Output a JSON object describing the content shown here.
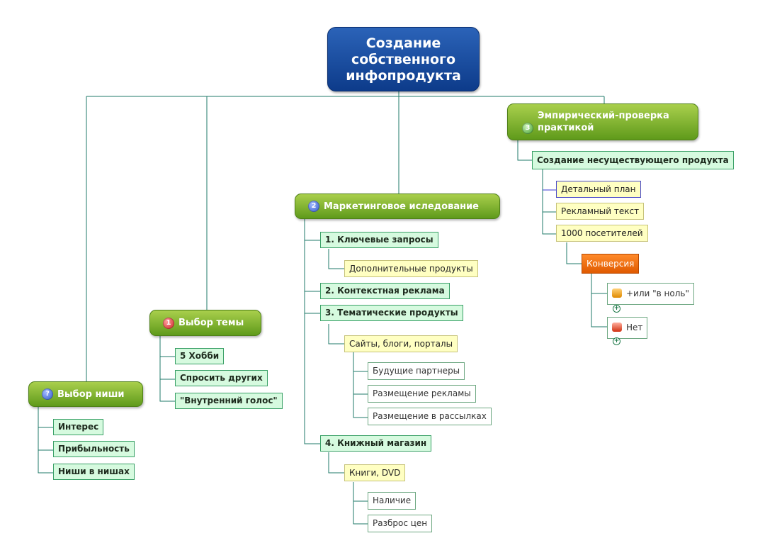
{
  "central": {
    "lines": [
      "Создание",
      "собственного",
      "инфопродукта"
    ]
  },
  "branches": {
    "niche": {
      "icon": "question-icon",
      "icon_glyph": "?",
      "label": "Выбор ниши",
      "children": [
        "Интерес",
        "Прибыльность",
        "Ниши в нишах"
      ]
    },
    "topic": {
      "icon": "priority-1-icon",
      "icon_glyph": "1",
      "label": "Выбор темы",
      "children": [
        "5 Хобби",
        "Спросить других",
        "\"Внутренний голос\""
      ]
    },
    "marketing": {
      "icon": "priority-2-icon",
      "icon_glyph": "2",
      "label": "Маркетинговое иследование",
      "items": [
        {
          "label": "1. Ключевые запросы",
          "sub": "Дополнительные продукты"
        },
        {
          "label": "2. Контекстная реклама"
        },
        {
          "label": "3. Тематические продукты",
          "sub": "Сайты, блоги, порталы",
          "leaves": [
            "Будущие партнеры",
            "Размещение рекламы",
            "Размещение в рассылках"
          ]
        },
        {
          "label": "4. Книжный магазин",
          "sub": "Книги, DVD",
          "leaves": [
            "Наличие",
            "Разброс цен"
          ]
        }
      ]
    },
    "empirical": {
      "icon": "priority-3-icon",
      "icon_glyph": "3",
      "label_lines": [
        "Эмпирический-проверка",
        "практикой"
      ],
      "child": "Создание несуществующего продукта",
      "subs": [
        "Детальный план",
        "Рекламный текст",
        "1000 посетителей"
      ],
      "conversion": "Конверсия",
      "outcomes": [
        {
          "icon": "thumbs-up-icon",
          "label": "+или \"в ноль\""
        },
        {
          "icon": "thumbs-down-icon",
          "label": "Нет"
        }
      ]
    }
  },
  "colors": {
    "central": "#0d3b8a",
    "main_branch": "#6aa624",
    "topic_node": "#d6fadf",
    "sub_node": "#ffffc2",
    "highlight": "#ff7a1a",
    "connector": "#1f7a6a"
  }
}
